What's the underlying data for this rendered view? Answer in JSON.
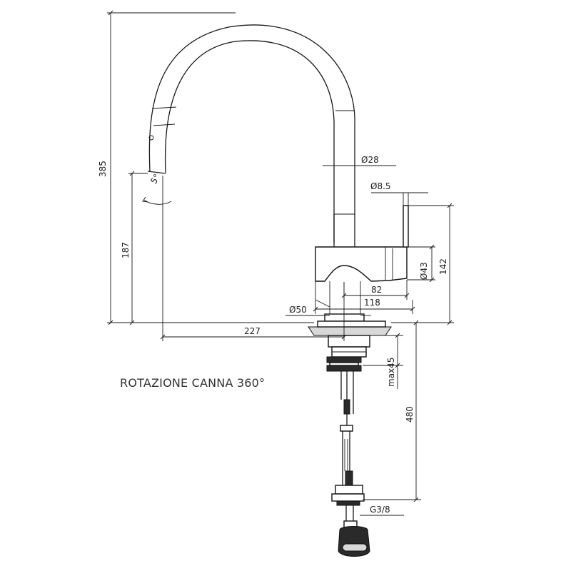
{
  "dimensions": {
    "overall_height": "385",
    "spout_outlet_height": "187",
    "spout_diameter": "Ø28",
    "lever_diameter": "Ø8.5",
    "body_height": "142",
    "body_diameter": "Ø43",
    "lever_width": "82",
    "body_width": "118",
    "base_diameter": "Ø50",
    "spout_reach": "227",
    "deck_thickness": "max45",
    "hose_length": "480",
    "connection": "G3/8",
    "rotation_mark": "5°"
  },
  "caption": "ROTAZIONE CANNA 360°"
}
